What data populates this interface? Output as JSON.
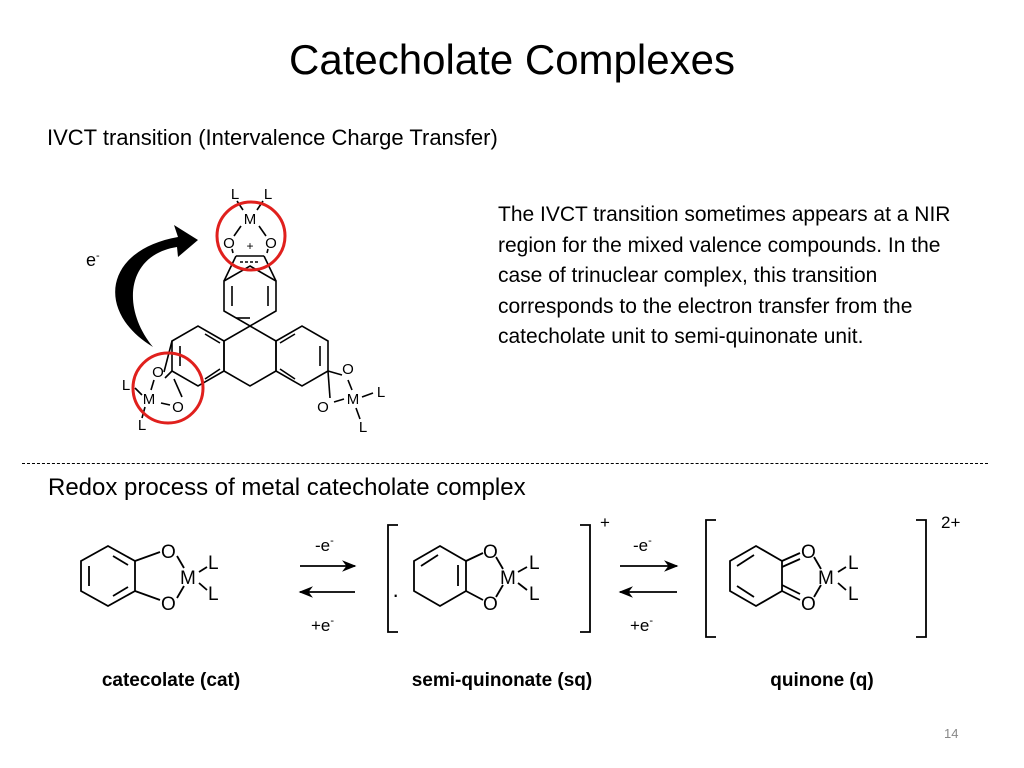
{
  "slide": {
    "title": "Catecholate Complexes",
    "subtitle": "IVCT transition (Intervalence Charge Transfer)",
    "description": "The IVCT transition sometimes appears at a NIR region for the mixed valence compounds. In the case of trinuclear complex, this transition corresponds to the electron transfer from the catecholate unit to semi-quinonate unit.",
    "redox_heading": "Redox process of metal catecholate complex",
    "page_number": "14"
  },
  "top_structure": {
    "electron": "e",
    "electron_sup": "-",
    "metal": "M",
    "ligand": "L",
    "oxygen": "O",
    "plus": "+",
    "highlight_color": "#e0201d"
  },
  "redox": {
    "cat_label": "catecolate (cat)",
    "sq_label": "semi-quinonate (sq)",
    "q_label": "quinone (q)",
    "sq_charge": "+",
    "q_charge": "2+",
    "arrow_minus_e": "-e",
    "arrow_plus_e": "+e",
    "arrow_sup": "-",
    "radical_dot": "·"
  }
}
